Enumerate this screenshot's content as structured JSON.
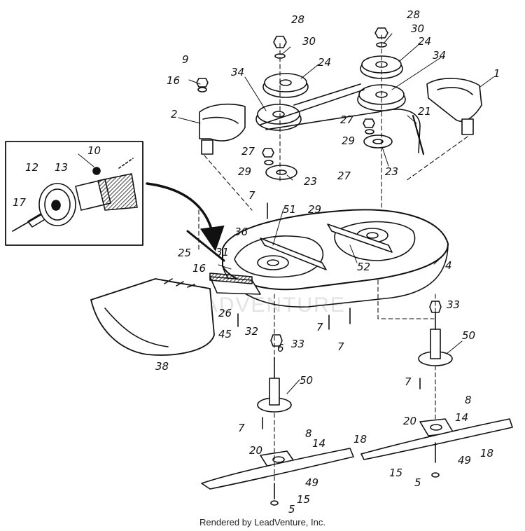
{
  "labels": {
    "p1": "1",
    "p2": "2",
    "p4": "4",
    "p5a": "5",
    "p5b": "5",
    "p6": "6",
    "p7a": "7",
    "p7b": "7",
    "p7c": "7",
    "p7d": "7",
    "p7e": "7",
    "p8a": "8",
    "p8b": "8",
    "p9": "9",
    "p10": "10",
    "p12": "12",
    "p13": "13",
    "p14a": "14",
    "p14b": "14",
    "p15a": "15",
    "p15b": "15",
    "p16a": "16",
    "p16b": "16",
    "p17": "17",
    "p18a": "18",
    "p18b": "18",
    "p20a": "20",
    "p20b": "20",
    "p21": "21",
    "p23a": "23",
    "p23b": "23",
    "p24a": "24",
    "p24b": "24",
    "p25": "25",
    "p26": "26",
    "p27a": "27",
    "p27b": "27",
    "p27c": "27",
    "p28a": "28",
    "p28b": "28",
    "p29a": "29",
    "p29b": "29",
    "p29c": "29",
    "p30a": "30",
    "p30b": "30",
    "p31": "31",
    "p32": "32",
    "p33a": "33",
    "p33b": "33",
    "p34a": "34",
    "p34b": "34",
    "p36": "36",
    "p38": "38",
    "p45": "45",
    "p49a": "49",
    "p49b": "49",
    "p50a": "50",
    "p50b": "50",
    "p51": "51",
    "p52": "52"
  },
  "credit": "Rendered by LeadVenture, Inc.",
  "watermark": "LEADVENTURE",
  "colors": {
    "ink": "#111111",
    "paper": "#ffffff"
  }
}
